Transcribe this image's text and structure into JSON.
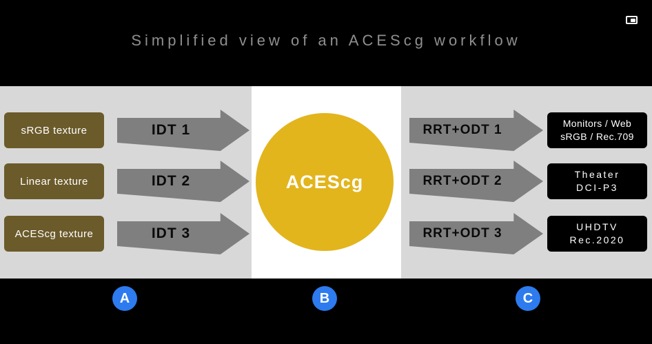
{
  "header": {
    "title": "Simplified view of an ACEScg workflow"
  },
  "workflow": {
    "inputs": [
      {
        "label": "sRGB texture",
        "transform": "IDT 1"
      },
      {
        "label": "Linear texture",
        "transform": "IDT 2"
      },
      {
        "label": "ACEScg texture",
        "transform": "IDT 3"
      }
    ],
    "core": {
      "label": "ACEScg"
    },
    "outputs": [
      {
        "transform": "RRT+ODT 1",
        "target_line1": "Monitors / Web",
        "target_line2": "sRGB / Rec.709"
      },
      {
        "transform": "RRT+ODT 2",
        "target_line1": "Theater",
        "target_line2": "DCI-P3"
      },
      {
        "transform": "RRT+ODT 3",
        "target_line1": "UHDTV",
        "target_line2": "Rec.2020"
      }
    ],
    "markers": {
      "a": "A",
      "b": "B",
      "c": "C"
    }
  },
  "icons": {
    "top_right": "screen-overlay-icon"
  },
  "colors": {
    "background": "#000000",
    "band_gray": "#d8d8d8",
    "center_white": "#ffffff",
    "input_box_brown": "#6b5b2b",
    "arrow_gray": "#7f7f7f",
    "core_gold": "#e2b51d",
    "marker_blue": "#2d7bee",
    "title_gray": "#8f8f8f"
  }
}
